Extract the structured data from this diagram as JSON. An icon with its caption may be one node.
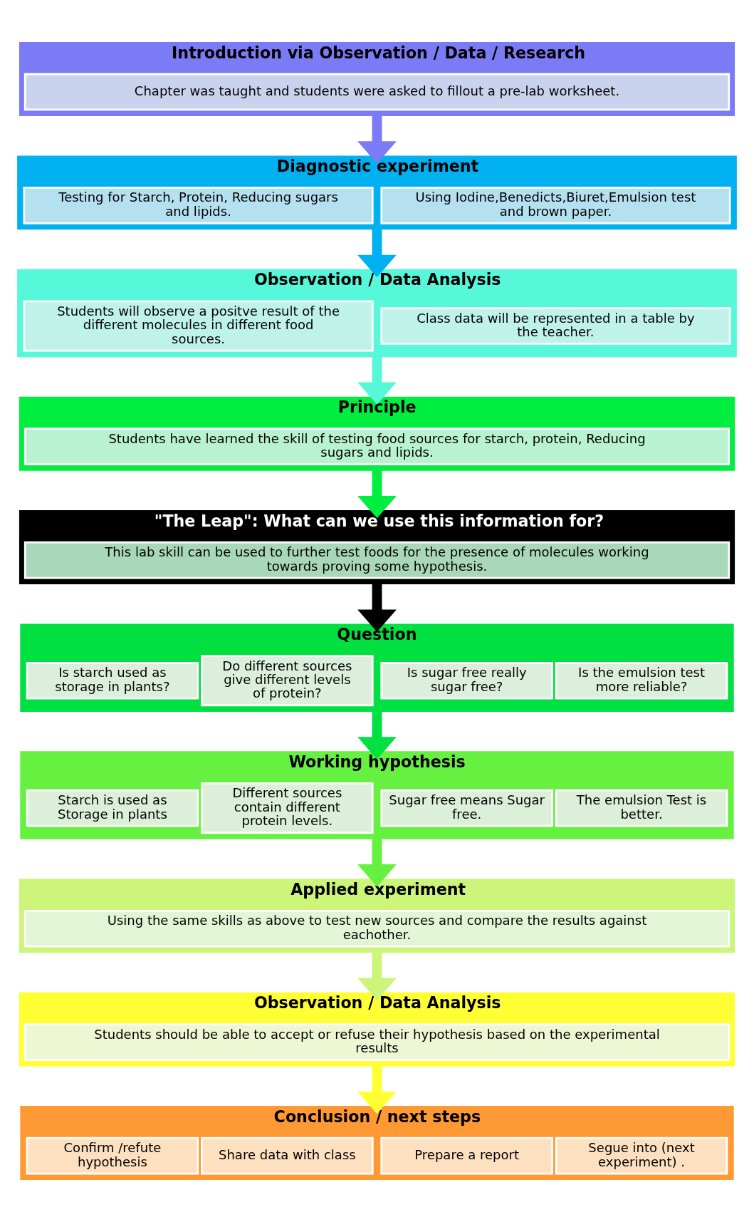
{
  "diagram": {
    "nodes": [
      {
        "text": [
          "Introduction via Observation / Data / Research"
        ]
      },
      {
        "text": [
          "Chapter was taught and students were asked to fillout a pre-lab worksheet."
        ],
        "in": 0
      },
      {
        "text": [
          "Diagnostic experiment"
        ]
      },
      {
        "text": [
          "Testing for Starch, Protein, Reducing sugars and lipids."
        ],
        "in": 2
      },
      {
        "text": [
          "Using Iodine,Benedicts,Biuret,Emulsion test and brown paper."
        ],
        "in": 2
      },
      {
        "text": [
          "Observation / Data Analysis"
        ]
      },
      {
        "text": [
          "Students will observe a positve result of the different molecules in different food sources."
        ],
        "in": 5
      },
      {
        "text": [
          "Class data will be represented in a table by the teacher."
        ],
        "in": 5
      },
      {
        "text": [
          "Principle"
        ]
      },
      {
        "text": [
          "Students have learned the skill of testing food sources for starch, protein, Reducing sugars and lipids."
        ],
        "in": 8
      },
      {
        "text": [
          "\"The Leap\": What can we use this information for?"
        ]
      },
      {
        "text": [
          "This lab skill can be used to further test foods for the presence of molecules working towards proving some hypothesis."
        ],
        "in": 10
      },
      {
        "text": [
          "Question"
        ]
      },
      {
        "text": [
          "Is starch used as storage in plants?"
        ],
        "in": 12
      },
      {
        "text": [
          "Do different sources give different levels of protein?"
        ],
        "in": 12
      },
      {
        "text": [
          "Is sugar free really sugar free?"
        ],
        "in": 12
      },
      {
        "text": [
          "Is the emulsion test more reliable?"
        ],
        "in": 12
      },
      {
        "text": [
          "Working hypothesis"
        ]
      },
      {
        "text": [
          "Starch is used as Storage in plants"
        ],
        "in": 17
      },
      {
        "text": [
          "Different sources contain different protein levels."
        ],
        "in": 17
      },
      {
        "text": [
          "Sugar free means Sugar free."
        ],
        "in": 17
      },
      {
        "text": [
          "The emulsion Test is better."
        ],
        "in": 17
      },
      {
        "text": [
          "Applied experiment"
        ]
      },
      {
        "text": [
          "Using the same skills as above to test new sources and compare the results against eachother."
        ],
        "in": 22
      },
      {
        "text": [
          "Observation / Data Analysis"
        ]
      },
      {
        "text": [
          "Students should be able to accept or refuse their hypothesis based on the experimental results"
        ],
        "in": 24
      },
      {
        "text": [
          "Conclusion / next steps"
        ]
      },
      {
        "text": [
          "Confirm /refute hypothesis"
        ],
        "in": 26
      },
      {
        "text": [
          "Share data with class"
        ],
        "in": 26
      },
      {
        "text": [
          "Prepare a report"
        ],
        "in": 26
      },
      {
        "text": [
          "Segue into (next experiment) ."
        ],
        "in": 26
      }
    ],
    "edges": [
      {
        "from": 0,
        "to": 2,
        "arrow": "to",
        "color": "#7b7bf5"
      },
      {
        "from": 2,
        "to": 5,
        "arrow": "to",
        "color": "#00b0f0"
      },
      {
        "from": 5,
        "to": 8,
        "arrow": "to",
        "color": "#57f7d9"
      },
      {
        "from": 8,
        "to": 10,
        "arrow": "to",
        "color": "#00ee40"
      },
      {
        "from": 10,
        "to": 12,
        "arrow": "to",
        "color": "#000000"
      },
      {
        "from": 12,
        "to": 17,
        "arrow": "to",
        "color": "#00e040"
      },
      {
        "from": 17,
        "to": 22,
        "arrow": "to",
        "color": "#66f040"
      },
      {
        "from": 22,
        "to": 24,
        "arrow": "to",
        "color": "#ccf57a"
      },
      {
        "from": 24,
        "to": 26,
        "arrow": "to",
        "color": "#ffff33"
      }
    ]
  }
}
